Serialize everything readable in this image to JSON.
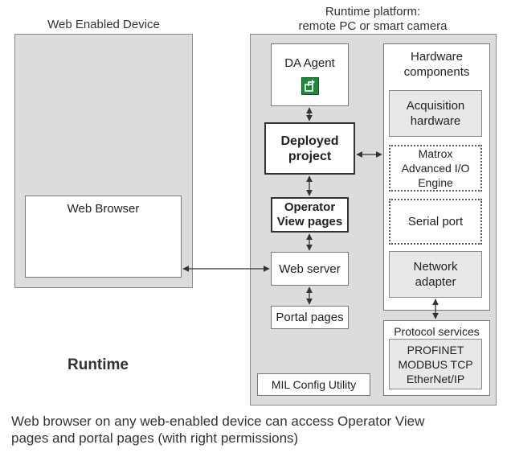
{
  "device": {
    "title": "Web Enabled Device",
    "browser_label": "Web Browser"
  },
  "platform": {
    "title_line1": "Runtime platform:",
    "title_line2": "remote PC or smart camera",
    "da_agent": "DA Agent",
    "da_agent_icon": "export-icon",
    "deployed_line1": "Deployed",
    "deployed_line2": "project",
    "operator_line1": "Operator",
    "operator_line2": "View pages",
    "web_server": "Web server",
    "portal_pages": "Portal pages",
    "mil_config": "MIL Config Utility"
  },
  "hardware": {
    "title_line1": "Hardware",
    "title_line2": "components",
    "acquisition_line1": "Acquisition",
    "acquisition_line2": "hardware",
    "matrox_line1": "Matrox",
    "matrox_line2": "Advanced I/O",
    "matrox_line3": "Engine",
    "serial_port": "Serial port",
    "network_line1": "Network",
    "network_line2": "adapter"
  },
  "protocol": {
    "title": "Protocol services",
    "line1": "PROFINET",
    "line2": "MODBUS TCP",
    "line3": "EtherNet/IP"
  },
  "runtime_label": "Runtime",
  "caption_line1": "Web browser on any web-enabled device can access Operator View",
  "caption_line2": "pages and portal pages (with right permissions)",
  "colors": {
    "panel": "#dcdcdc",
    "icon_green": "#1d8a3a"
  }
}
